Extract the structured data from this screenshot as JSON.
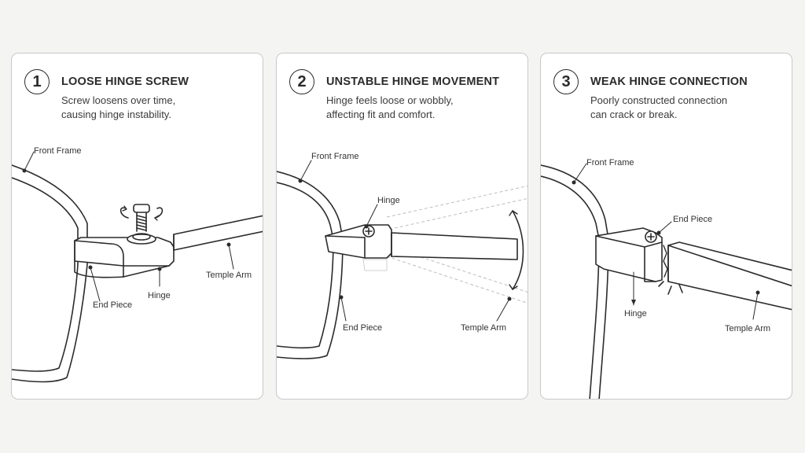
{
  "panels": [
    {
      "number": "1",
      "title": "LOOSE HINGE SCREW",
      "description": [
        "Screw loosens over time,",
        "causing hinge instability."
      ],
      "labels": {
        "front_frame": "Front Frame",
        "end_piece": "End Piece",
        "hinge": "Hinge",
        "temple_arm": "Temple Arm"
      }
    },
    {
      "number": "2",
      "title": "UNSTABLE HINGE MOVEMENT",
      "description": [
        "Hinge feels loose or wobbly,",
        "affecting fit and comfort."
      ],
      "labels": {
        "front_frame": "Front Frame",
        "hinge": "Hinge",
        "end_piece": "End Piece",
        "temple_arm": "Temple Arm"
      }
    },
    {
      "number": "3",
      "title": "WEAK HINGE CONNECTION",
      "description": [
        "Poorly constructed connection",
        "can crack or break."
      ],
      "labels": {
        "front_frame": "Front Frame",
        "end_piece": "End Piece",
        "hinge": "Hinge",
        "temple_arm": "Temple Arm"
      }
    }
  ]
}
